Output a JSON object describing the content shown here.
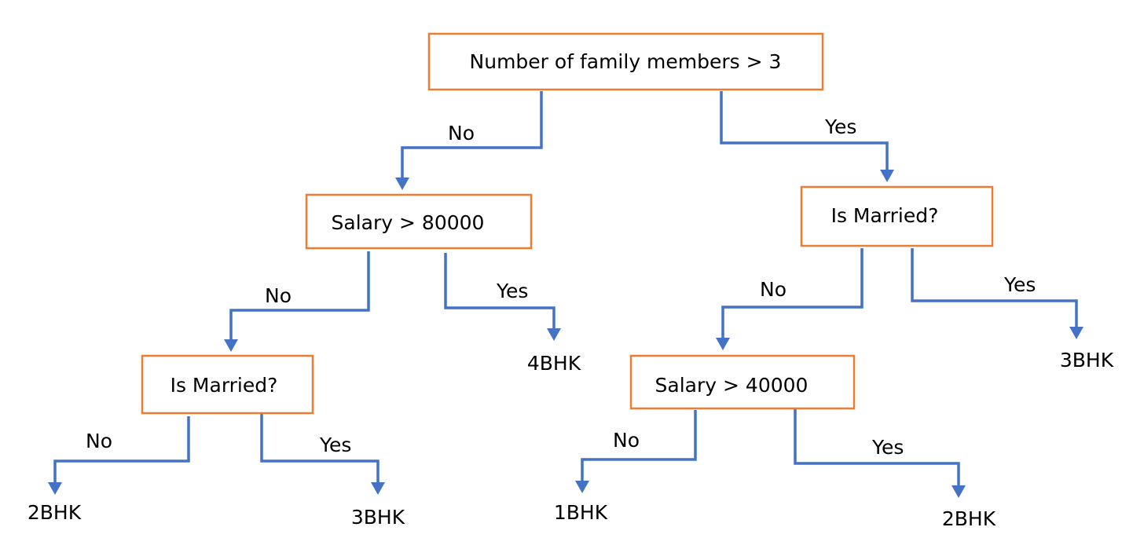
{
  "diagram": {
    "nodes": {
      "root": "Number of family members > 3",
      "salary_80000": "Salary > 80000",
      "is_married_right": "Is Married?",
      "is_married_left": "Is Married?",
      "salary_40000": "Salary > 40000"
    },
    "leaves": {
      "leaf_4bhk": "4BHK",
      "leaf_3bhk_right": "3BHK",
      "leaf_2bhk_left": "2BHK",
      "leaf_3bhk_left": "3BHK",
      "leaf_1bhk": "1BHK",
      "leaf_2bhk_right": "2BHK"
    },
    "edges": {
      "root_no": "No",
      "root_yes": "Yes",
      "salary80_no": "No",
      "salary80_yes": "Yes",
      "married_right_no": "No",
      "married_right_yes": "Yes",
      "married_left_no": "No",
      "married_left_yes": "Yes",
      "salary40_no": "No",
      "salary40_yes": "Yes"
    },
    "colors": {
      "box_border": "#ED7D31",
      "arrow": "#4472C4",
      "text": "#000000"
    }
  }
}
